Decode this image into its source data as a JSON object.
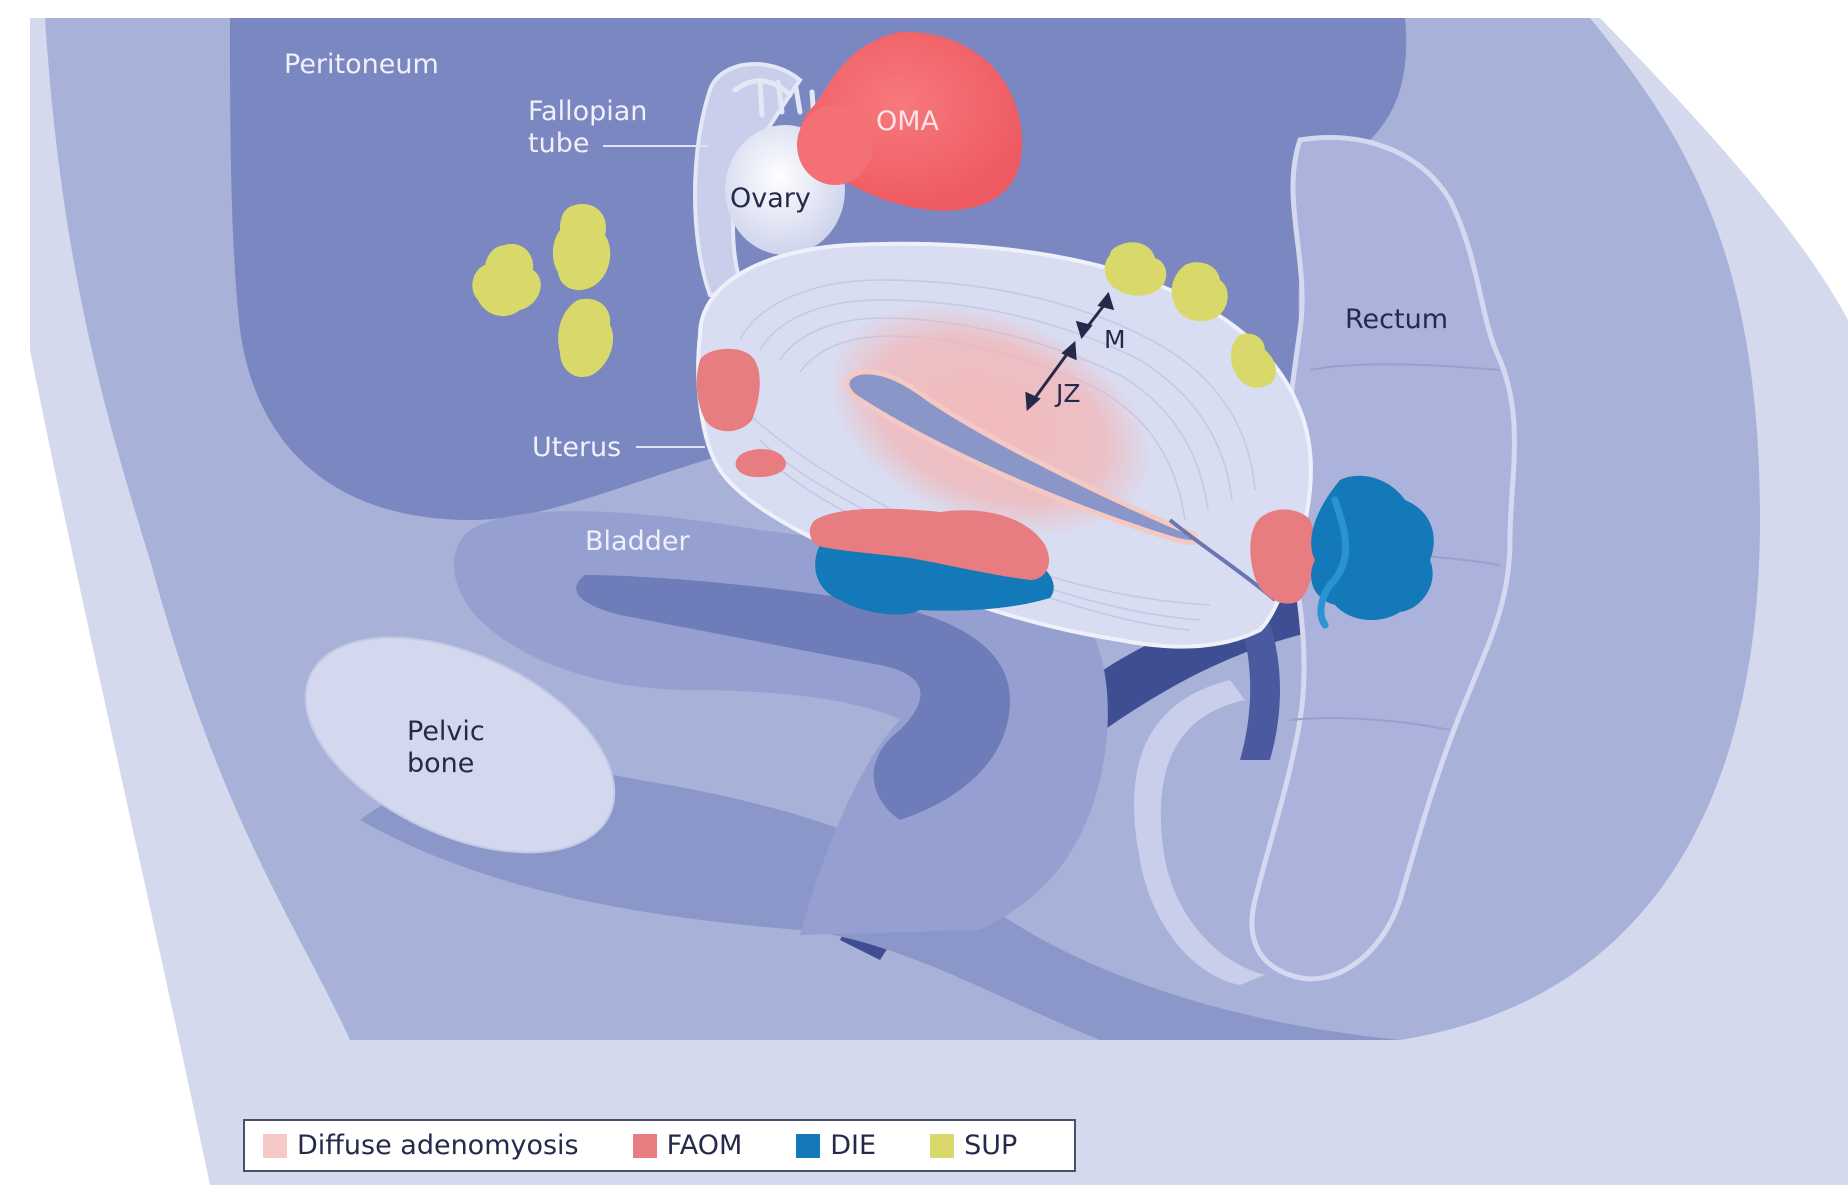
{
  "labels": {
    "peritoneum": "Peritoneum",
    "fallopian_line1": "Fallopian",
    "fallopian_line2": "tube",
    "ovary": "Ovary",
    "oma": "OMA",
    "uterus": "Uterus",
    "bladder": "Bladder",
    "rectum": "Rectum",
    "pelvic_line1": "Pelvic",
    "pelvic_line2": "bone",
    "m": "M",
    "jz": "JZ"
  },
  "legend": [
    {
      "label": "Diffuse adenomyosis",
      "color": "#f6c8c6",
      "icon": "diffuse-adenomyosis-swatch"
    },
    {
      "label": "FAOM",
      "color": "#e77d80",
      "icon": "faom-swatch"
    },
    {
      "label": "DIE",
      "color": "#1479b8",
      "icon": "die-swatch"
    },
    {
      "label": "SUP",
      "color": "#d8d96a",
      "icon": "sup-swatch"
    }
  ],
  "colors": {
    "background": "#d5d9ee",
    "body": "#a8b1d8",
    "cavity": "#7b87c0",
    "deep": "#3f4d93",
    "uterus": "#d9ddf2",
    "oma": "#f26a6f",
    "faom": "#e77d80",
    "die": "#1479b8",
    "sup": "#d8d96a",
    "diffuse": "#f6c8c6"
  }
}
